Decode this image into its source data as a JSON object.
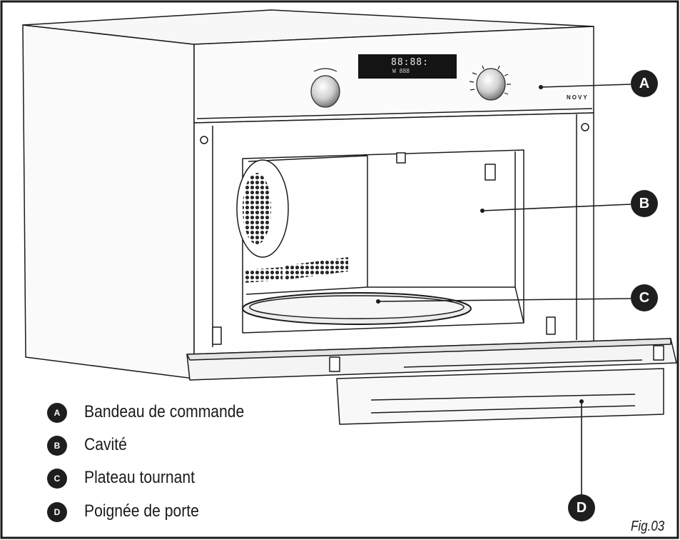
{
  "callouts": [
    "A",
    "B",
    "C",
    "D"
  ],
  "legend": [
    {
      "key": "A",
      "label": "Bandeau de commande"
    },
    {
      "key": "B",
      "label": "Cavité"
    },
    {
      "key": "C",
      "label": "Plateau tournant"
    },
    {
      "key": "D",
      "label": "Poignée de porte"
    }
  ],
  "brand": "NOVY",
  "display": {
    "line1": "88:88:",
    "line2": "W 888"
  },
  "figure_label": "Fig.03",
  "colors": {
    "stroke": "#1a1a1a",
    "badge": "#1e1e1e",
    "display": "#141414",
    "background": "#ffffff"
  }
}
